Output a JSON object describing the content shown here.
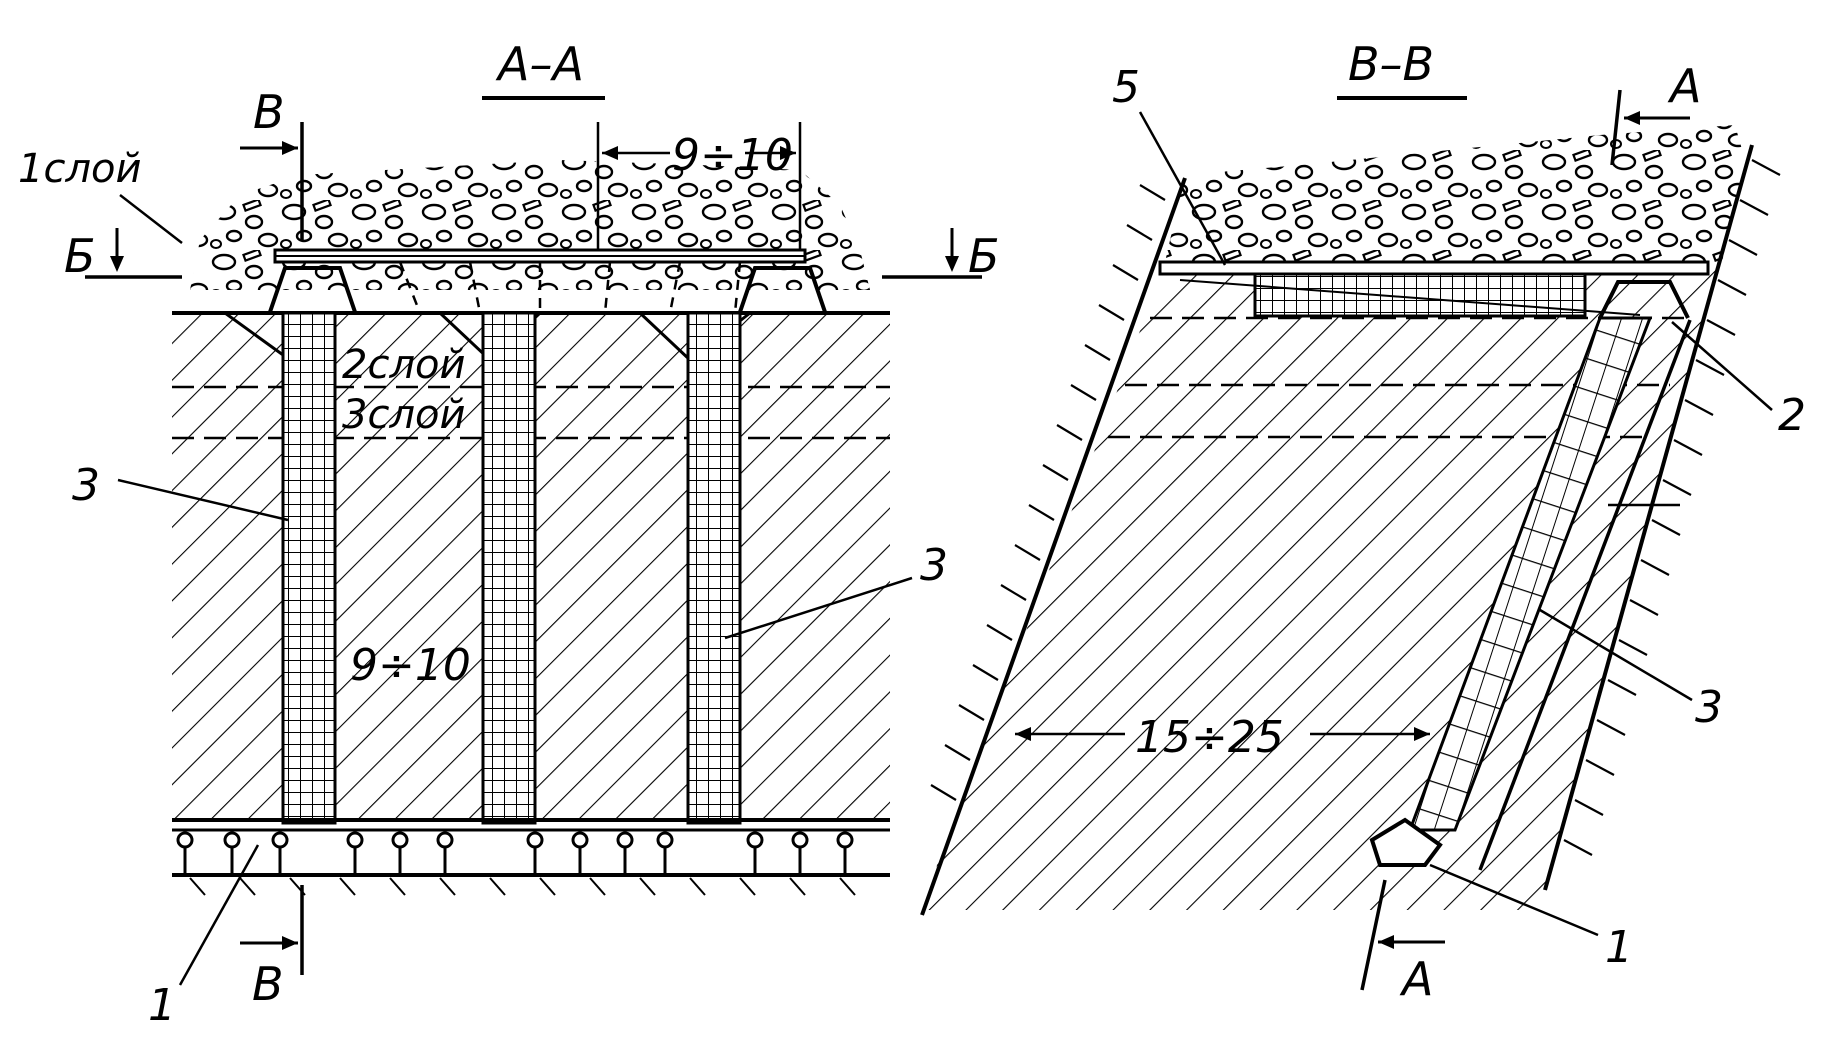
{
  "sections": {
    "left": {
      "title": "А–А"
    },
    "right": {
      "title": "В–В"
    }
  },
  "layers": {
    "layer1": "1слой",
    "layer2": "2слой",
    "layer3": "3слой"
  },
  "markers": {
    "B_cut": "Б",
    "V_cut": "В",
    "A_cut": "А"
  },
  "dimensions": {
    "pillar_spacing_top": "9÷10",
    "pillar_spacing_mid": "9÷10",
    "inclined_width": "15÷25"
  },
  "callouts": {
    "n1": "1",
    "n2": "2",
    "n3": "3",
    "n5": "5"
  }
}
